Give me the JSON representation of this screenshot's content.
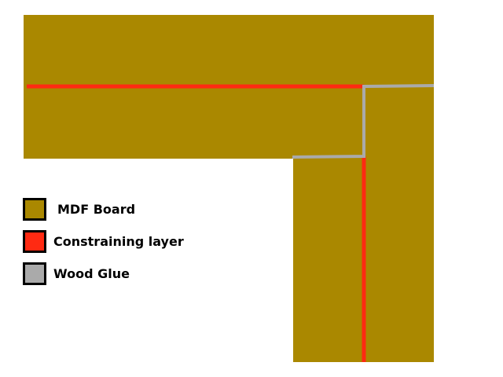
{
  "colors": {
    "mdf": "#aa8800",
    "constraining": "#ff2a12",
    "glue": "#aaaaaa",
    "background": "#ffffff"
  },
  "legend": [
    {
      "key": "mdf",
      "label": "MDF Board"
    },
    {
      "key": "constraining",
      "label": "Constraining layer"
    },
    {
      "key": "glue",
      "label": "Wood Glue"
    }
  ]
}
